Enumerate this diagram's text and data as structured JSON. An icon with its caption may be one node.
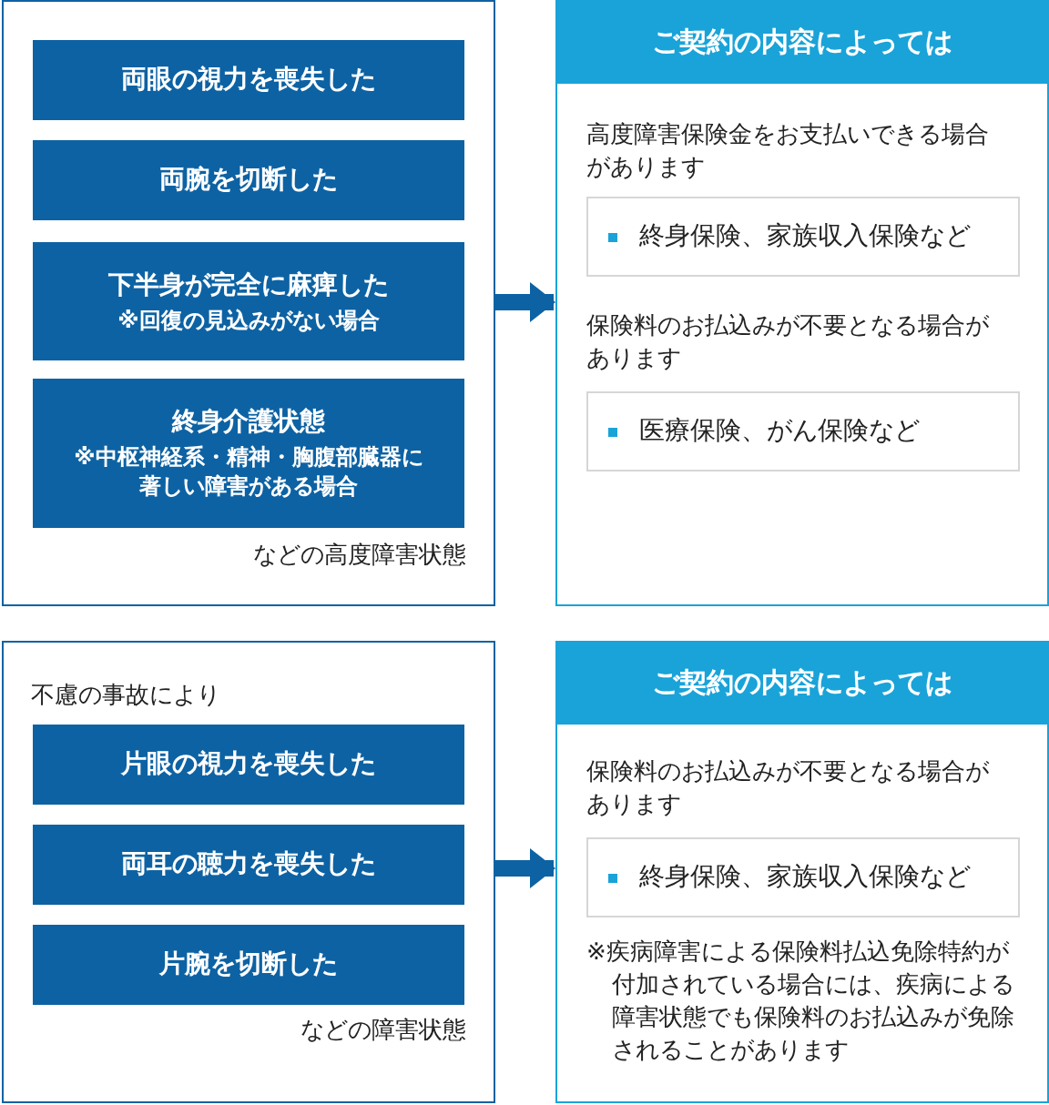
{
  "diagram": {
    "nodes": [
      {
        "text": [
          "などの高度障害状態"
        ]
      },
      {
        "text": [
          "両眼の視力を喪失した"
        ],
        "in": 0
      },
      {
        "text": [
          "両腕を切断した"
        ],
        "in": 0
      },
      {
        "text": [
          "下半身が完全に麻痺した",
          "※回復の見込みがない場合"
        ],
        "in": 0
      },
      {
        "text": [
          "終身介護状態",
          "※中枢神経系・精神・胸腹部臓器に著しい障害がある場合"
        ],
        "in": 0
      },
      {
        "text": [
          "ご契約の内容によっては",
          "高度障害保険金をお支払いできる場合があります",
          "保険料のお払込みが不要となる場合があります"
        ]
      },
      {
        "text": [
          "終身保険、家族収入保険など"
        ],
        "in": 5
      },
      {
        "text": [
          "医療保険、がん保険など"
        ],
        "in": 5
      },
      {
        "text": [
          "不慮の事故により",
          "などの障害状態"
        ]
      },
      {
        "text": [
          "片眼の視力を喪失した"
        ],
        "in": 8
      },
      {
        "text": [
          "両耳の聴力を喪失した"
        ],
        "in": 8
      },
      {
        "text": [
          "片腕を切断した"
        ],
        "in": 8
      },
      {
        "text": [
          "ご契約の内容によっては",
          "保険料のお払込みが不要となる場合があります",
          "※疾病障害による保険料払込免除特約が付加されている場合には、疾病による障害状態でも保険料のお払込みが免除されることがあります"
        ]
      },
      {
        "text": [
          "終身保険、家族収入保険など"
        ],
        "in": 12
      }
    ],
    "edges": [
      {
        "from": 0,
        "to": 5,
        "arrow": "to"
      },
      {
        "from": 8,
        "to": 12,
        "arrow": "to"
      }
    ]
  }
}
